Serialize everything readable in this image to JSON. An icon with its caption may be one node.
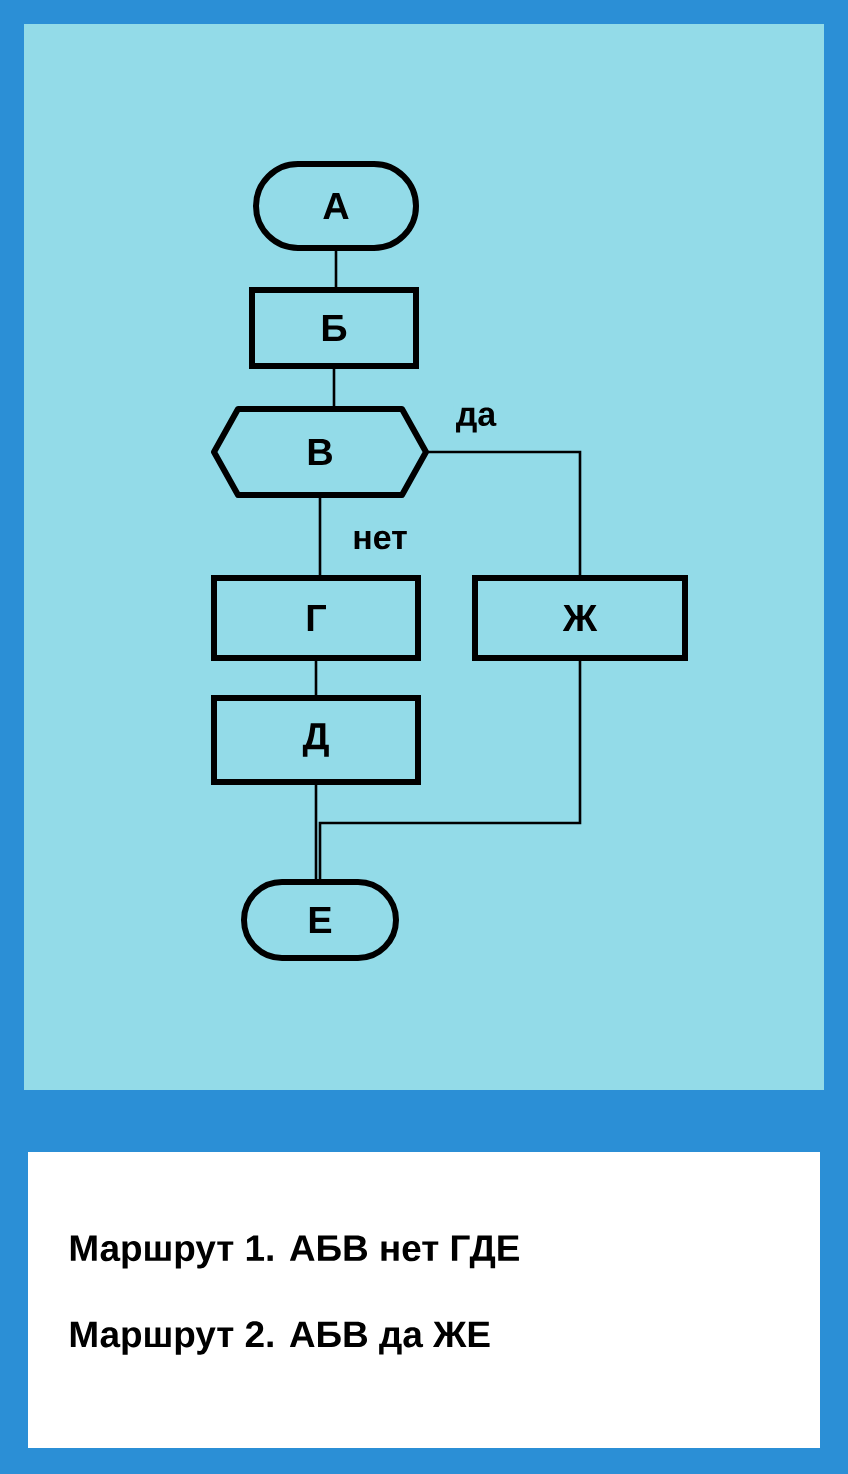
{
  "diagram": {
    "nodes": [
      {
        "text": [
          "А"
        ]
      },
      {
        "text": [
          "Б"
        ]
      },
      {
        "text": [
          "В"
        ]
      },
      {
        "text": [
          "Г"
        ]
      },
      {
        "text": [
          "Ж"
        ]
      },
      {
        "text": [
          "Д"
        ]
      },
      {
        "text": [
          "Е"
        ]
      }
    ],
    "edges": [
      {
        "from": 0,
        "to": 1,
        "arrow": "none"
      },
      {
        "from": 1,
        "to": 2,
        "arrow": "none"
      },
      {
        "from": 2,
        "to": 3,
        "arrow": "none",
        "label": "нет"
      },
      {
        "from": 2,
        "to": 4,
        "arrow": "none",
        "label": "да"
      },
      {
        "from": 3,
        "to": 5,
        "arrow": "none"
      },
      {
        "from": 5,
        "to": 6,
        "arrow": "none"
      },
      {
        "from": 4,
        "to": 6,
        "arrow": "none"
      }
    ],
    "labels": [
      "Маршрут 1.  АБВ нет ГДЕ",
      "Маршрут 2.  АБВ да ЖЕ"
    ]
  }
}
